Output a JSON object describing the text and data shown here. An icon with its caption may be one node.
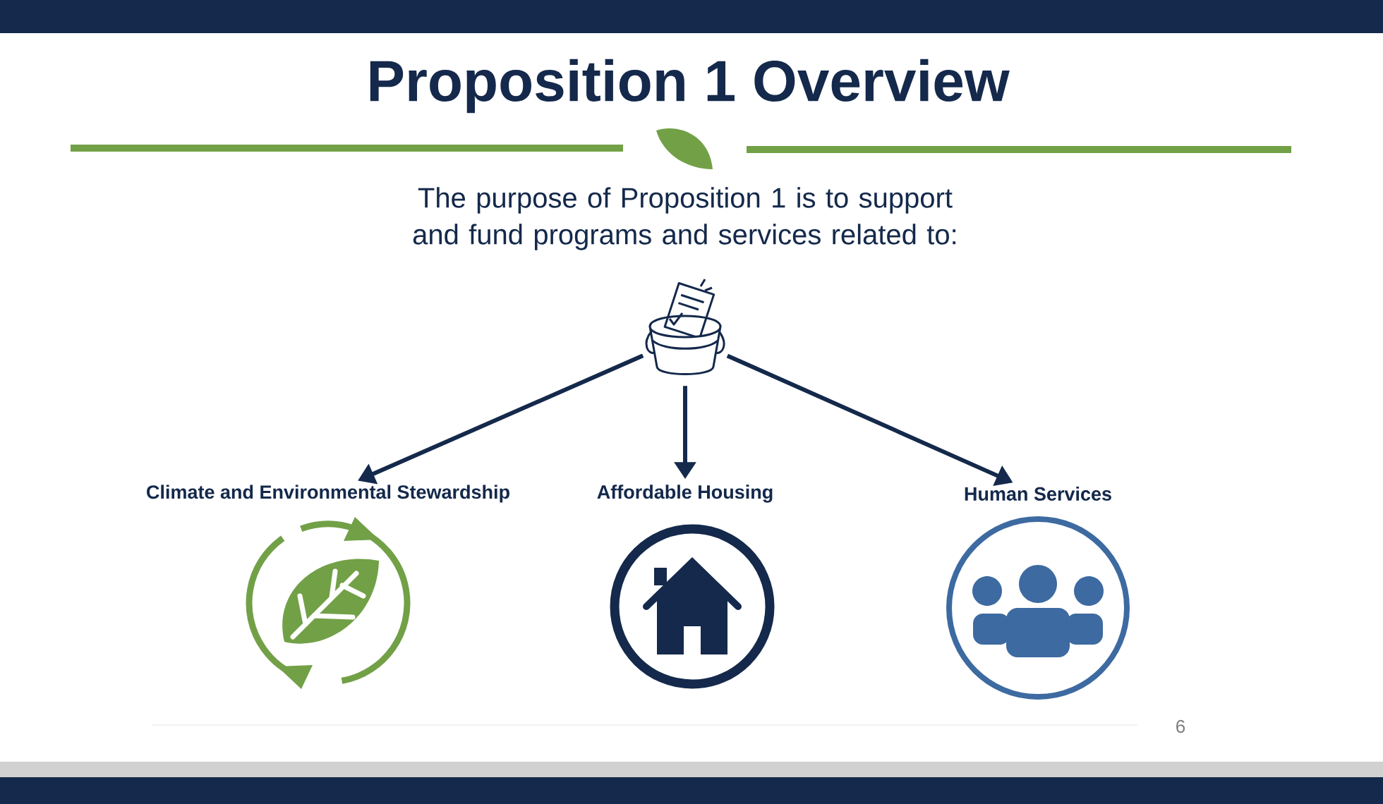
{
  "diagram": {
    "title": "Proposition 1 Overview",
    "nodes": [
      {
        "text": [],
        "shape": "picture"
      },
      {
        "text": [
          "Climate and Environmental Stewardship"
        ]
      },
      {
        "text": [
          "Affordable Housing"
        ]
      },
      {
        "text": [
          "Human Services"
        ]
      }
    ],
    "edges": [
      {
        "from": 0,
        "to": 1,
        "arrow": "to"
      },
      {
        "from": 0,
        "to": 2,
        "arrow": "to"
      },
      {
        "from": 0,
        "to": 3,
        "arrow": "to"
      }
    ],
    "labels": [
      "The purpose of Proposition 1 is to support and fund programs and services related to:",
      "6"
    ]
  }
}
